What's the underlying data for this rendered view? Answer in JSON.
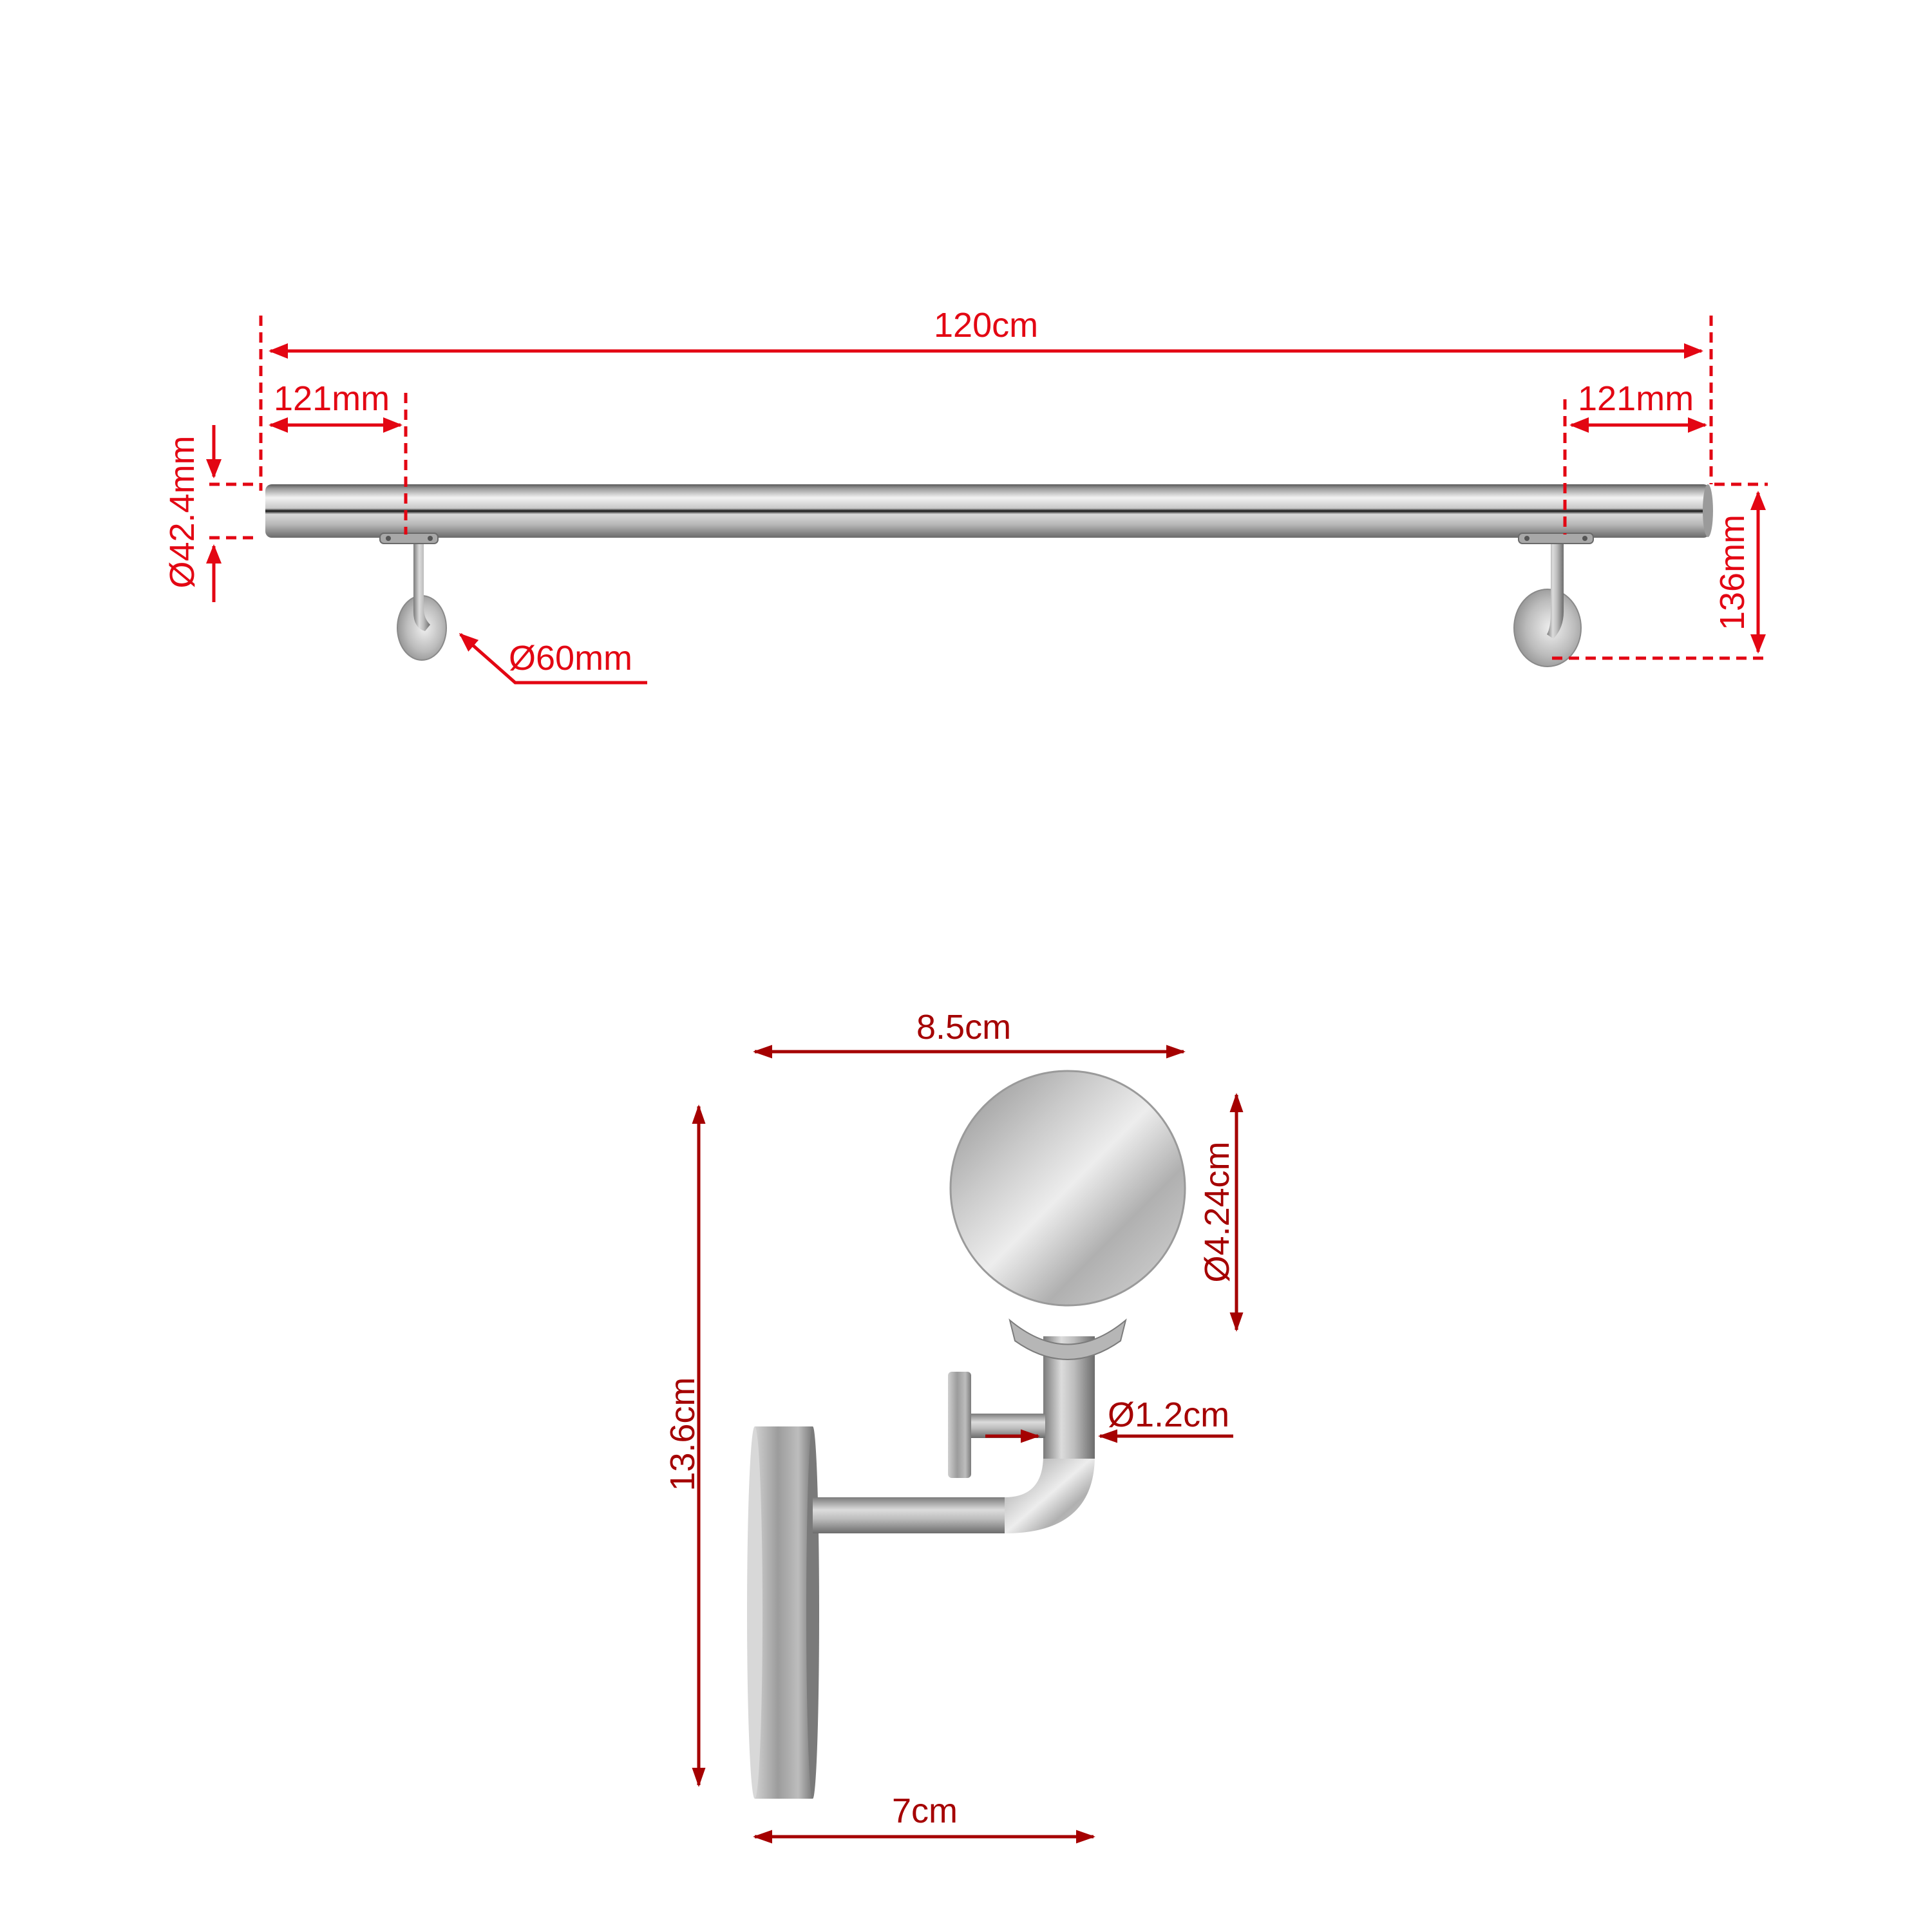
{
  "colors": {
    "top_dimension_red": "#e30613",
    "bottom_dimension_red": "#a50000",
    "steel_light": "#e6e6e6",
    "steel_mid": "#b4b4b4",
    "steel_dark": "#6e6e6e",
    "background": "#ffffff"
  },
  "top_view": {
    "overall_length": "120cm",
    "left_bracket_offset": "121mm",
    "right_bracket_offset": "121mm",
    "rail_diameter": "Ø42.4mm",
    "wall_plate_diameter": "Ø60mm",
    "total_height": "136mm"
  },
  "bracket_detail": {
    "width": "8.5cm",
    "rail_diameter": "Ø4.24cm",
    "height": "13.6cm",
    "rod_diameter": "Ø1.2cm",
    "projection": "7cm"
  }
}
